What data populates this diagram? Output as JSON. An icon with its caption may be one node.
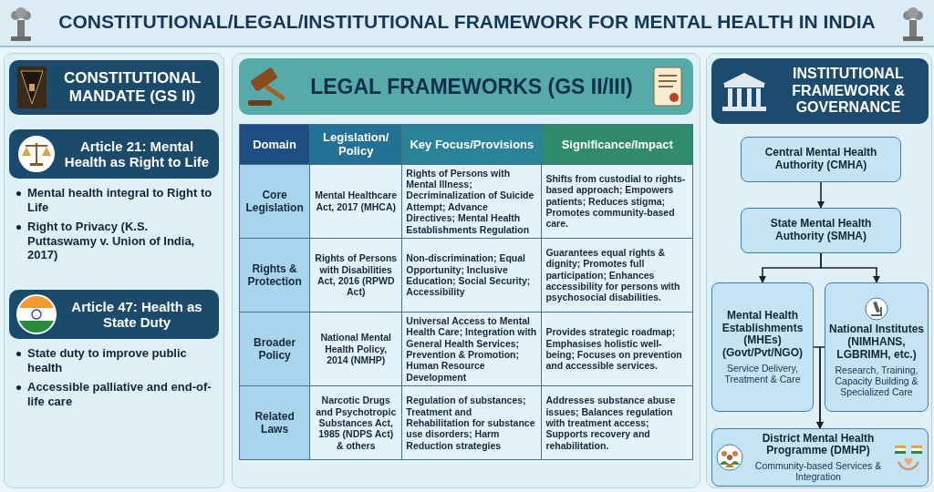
{
  "diagram": {
    "title": "CONSTITUTIONAL/LEGAL/INSTITUTIONAL FRAMEWORK FOR MENTAL HEALTH IN INDIA",
    "nodes": [
      {
        "text": [
          "CONSTITUTIONAL MANDATE (GS II)"
        ]
      },
      {
        "text": [
          "Article 21: Mental Health as Right to Life"
        ],
        "beside": [
          "Mental health integral to Right to Life",
          "Right to Privacy (K.S. Puttaswamy v. Union of India, 2017)"
        ]
      },
      {
        "text": [
          "Article 47: Health as State Duty"
        ],
        "beside": [
          "State duty to improve public health",
          "Accessible palliative and end-of-life care"
        ]
      },
      {
        "text": [
          "LEGAL FRAMEWORKS (GS II/III)"
        ]
      },
      {
        "text": [
          "INSTITUTIONAL FRAMEWORK & GOVERNANCE"
        ]
      },
      {
        "text": [
          "Central Mental Health Authority (CMHA)"
        ]
      },
      {
        "text": [
          "State Mental Health Authority (SMHA)"
        ]
      },
      {
        "text": [
          "Mental Health Establishments (MHEs) (Govt/Pvt/NGO)",
          "Service Delivery, Treatment & Care"
        ]
      },
      {
        "text": [
          "National Institutes (NIMHANS, LGBRIMH, etc.)",
          "Research, Training, Capacity Building & Specialized Care"
        ]
      },
      {
        "text": [
          "District Mental Health Programme (DMHP)",
          "Community-based Services & Integration"
        ]
      }
    ],
    "edges": [
      {
        "from": 5,
        "to": 6,
        "arrow": "to"
      },
      {
        "from": 6,
        "to": 7,
        "arrow": "to"
      },
      {
        "from": 6,
        "to": 8,
        "arrow": "to"
      },
      {
        "from": 7,
        "to": 9,
        "arrow": "to"
      },
      {
        "from": 8,
        "to": 9,
        "arrow": "to"
      }
    ],
    "labels": [
      "Domain",
      "Legislation/ Policy",
      "Key Focus/Provisions",
      "Significance/Impact",
      "Core Legislation",
      "Mental Healthcare Act, 2017 (MHCA)",
      "Rights of Persons with Mental Illness; Decriminalization of Suicide Attempt; Advance Directives; Mental Health Establishments Regulation",
      "Shifts from custodial to rights-based approach; Empowers patients; Reduces stigma; Promotes community-based care.",
      "Rights & Protection",
      "Rights of Persons with Disabilities Act, 2016 (RPWD Act)",
      "Non-discrimination; Equal Opportunity; Inclusive Education; Social Security; Accessibility",
      "Guarantees equal rights & dignity; Promotes full participation; Enhances accessibility for persons with psychosocial disabilities.",
      "Broader Policy",
      "National Mental Health Policy, 2014 (NMHP)",
      "Universal Access to Mental Health Care; Integration with General Health Services; Prevention & Promotion; Human Resource Development",
      "Provides strategic roadmap; Emphasises holistic well-being; Focuses on prevention and accessible services.",
      "Related Laws",
      "Narcotic Drugs and Psychotropic Substances Act, 1985 (NDPS Act) & others",
      "Regulation of substances; Treatment and Rehabilitation for substance use disorders; Harm Reduction strategies",
      "Addresses substance abuse issues; Balances regulation with treatment access; Supports recovery and rehabilitation."
    ]
  }
}
